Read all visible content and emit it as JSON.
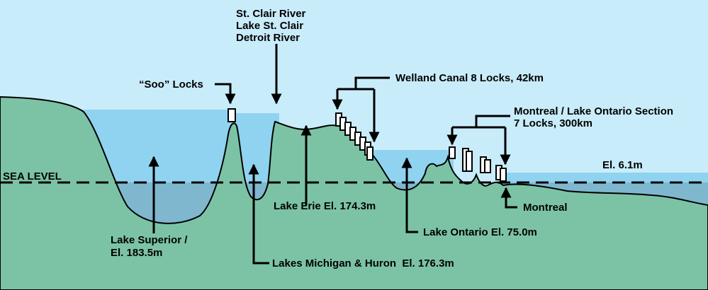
{
  "colors": {
    "sky": "#c9ecfb",
    "water": "#8fd3f0",
    "water_below_sea": "#7fb7cf",
    "land": "#7cc3a6",
    "outline": "#000000"
  },
  "labels": {
    "sea_level": "SEA LEVEL",
    "soo_locks": "“Soo” Locks",
    "st_clair_river": "St. Clair River",
    "lake_st_clair": "Lake St. Clair",
    "detroit_river": "Detroit River",
    "welland_canal": "Welland Canal 8 Locks, 42km",
    "montreal_section_line1": "Montreal / Lake Ontario Section",
    "montreal_section_line2": "7 Locks, 300km",
    "el_gulf": "El. 6.1m",
    "lake_erie": "Lake Erie El. 174.3m",
    "lake_superior_line1": "Lake Superior /",
    "lake_superior_line2": "El. 183.5m",
    "lakes_michigan_huron": "Lakes Michigan & Huron  El. 176.3m",
    "lake_ontario": "Lake Ontario El. 75.0m",
    "montreal": "Montreal"
  }
}
